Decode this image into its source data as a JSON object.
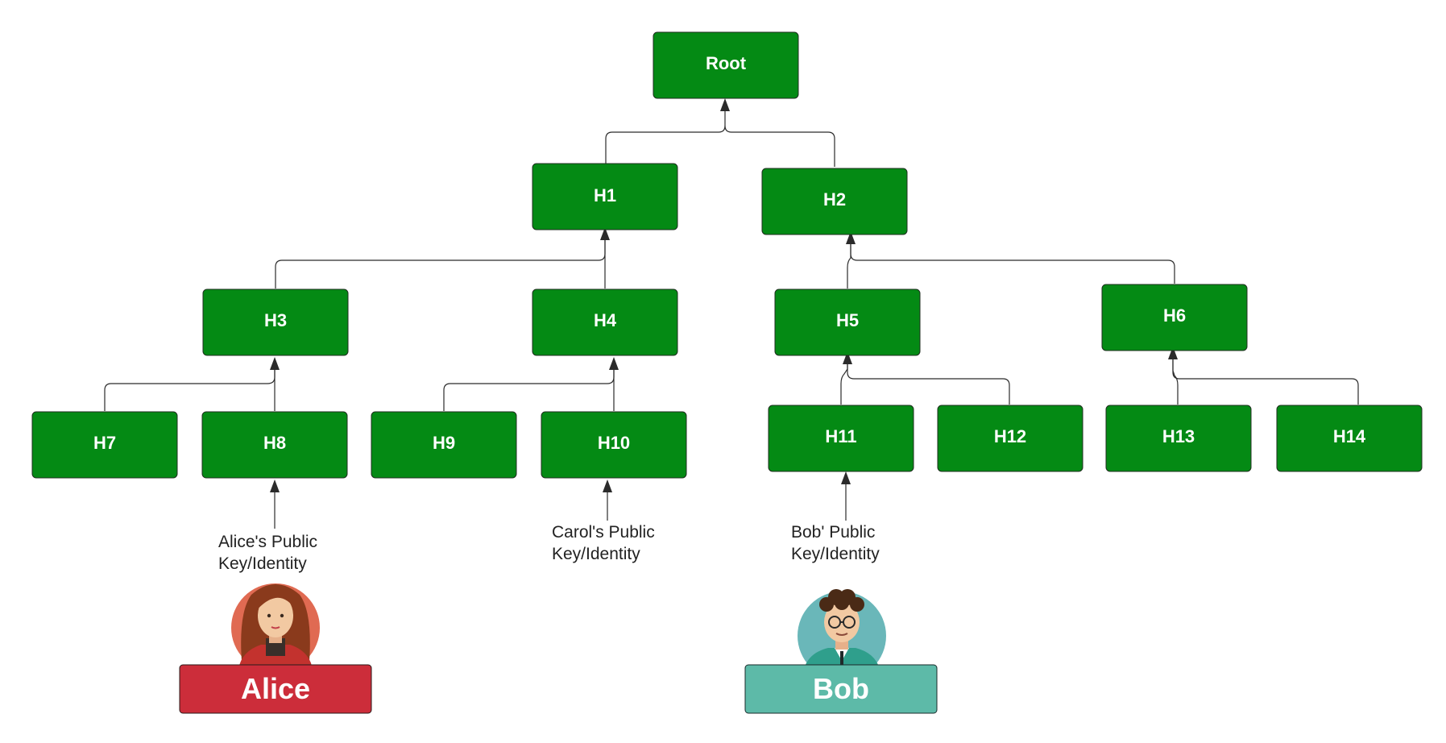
{
  "tree": {
    "root": "Root",
    "level1": [
      "H1",
      "H2"
    ],
    "level2": [
      "H3",
      "H4",
      "H5",
      "H6"
    ],
    "leaves": [
      "H7",
      "H8",
      "H9",
      "H10",
      "H11",
      "H12",
      "H13",
      "H14"
    ]
  },
  "identities": {
    "alice": {
      "line1": "Alice's Public",
      "line2": "Key/Identity",
      "name": "Alice"
    },
    "carol": {
      "line1": "Carol's Public",
      "line2": "Key/Identity"
    },
    "bob": {
      "line1": "Bob' Public",
      "line2": "Key/Identity",
      "name": "Bob"
    }
  },
  "colors": {
    "node_green": "#048a14",
    "alice_badge": "#cc2d3a",
    "alice_avatar_bg": "#e06a52",
    "bob_badge": "#5dbaa8",
    "bob_avatar_bg": "#6ab7b9"
  },
  "icons": [
    "woman-avatar-icon",
    "man-avatar-icon"
  ]
}
